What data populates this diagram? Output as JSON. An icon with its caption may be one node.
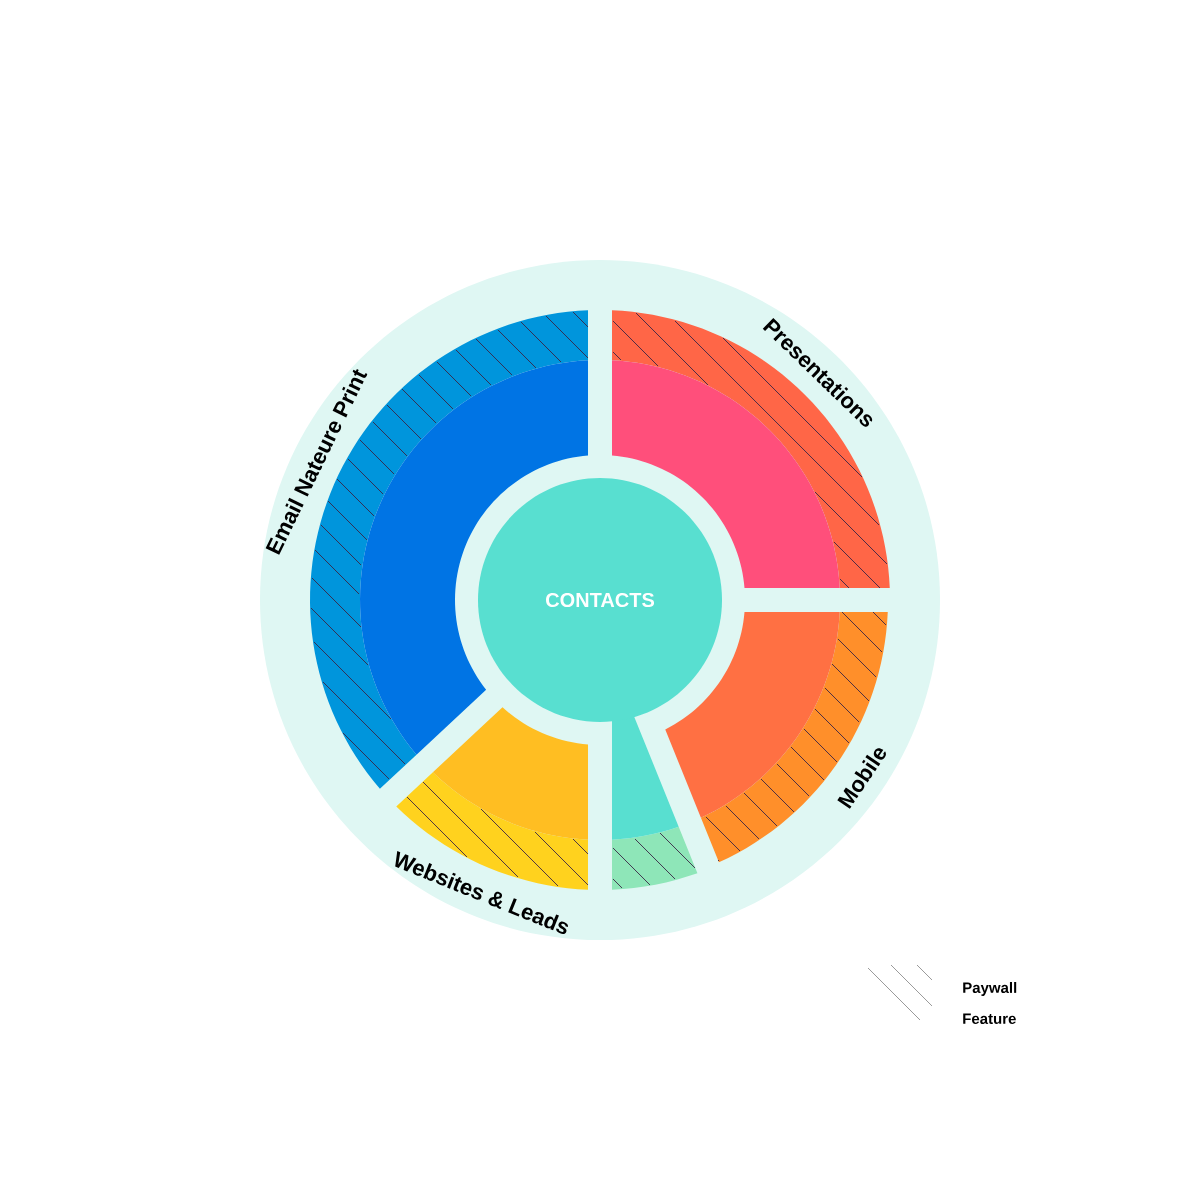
{
  "diagram": {
    "nodes": [
      {
        "text": [
          "CONTACTS"
        ]
      },
      {
        "text": [
          "Presentations"
        ]
      },
      {
        "text": [
          "Mobile"
        ]
      },
      {
        "text": [],
        "shape": "wedge"
      },
      {
        "text": [
          "Websites & Leads"
        ]
      },
      {
        "text": [
          "Email Nateure Print"
        ]
      }
    ],
    "legend": [
      {
        "text": "Paywall Feature"
      }
    ]
  }
}
